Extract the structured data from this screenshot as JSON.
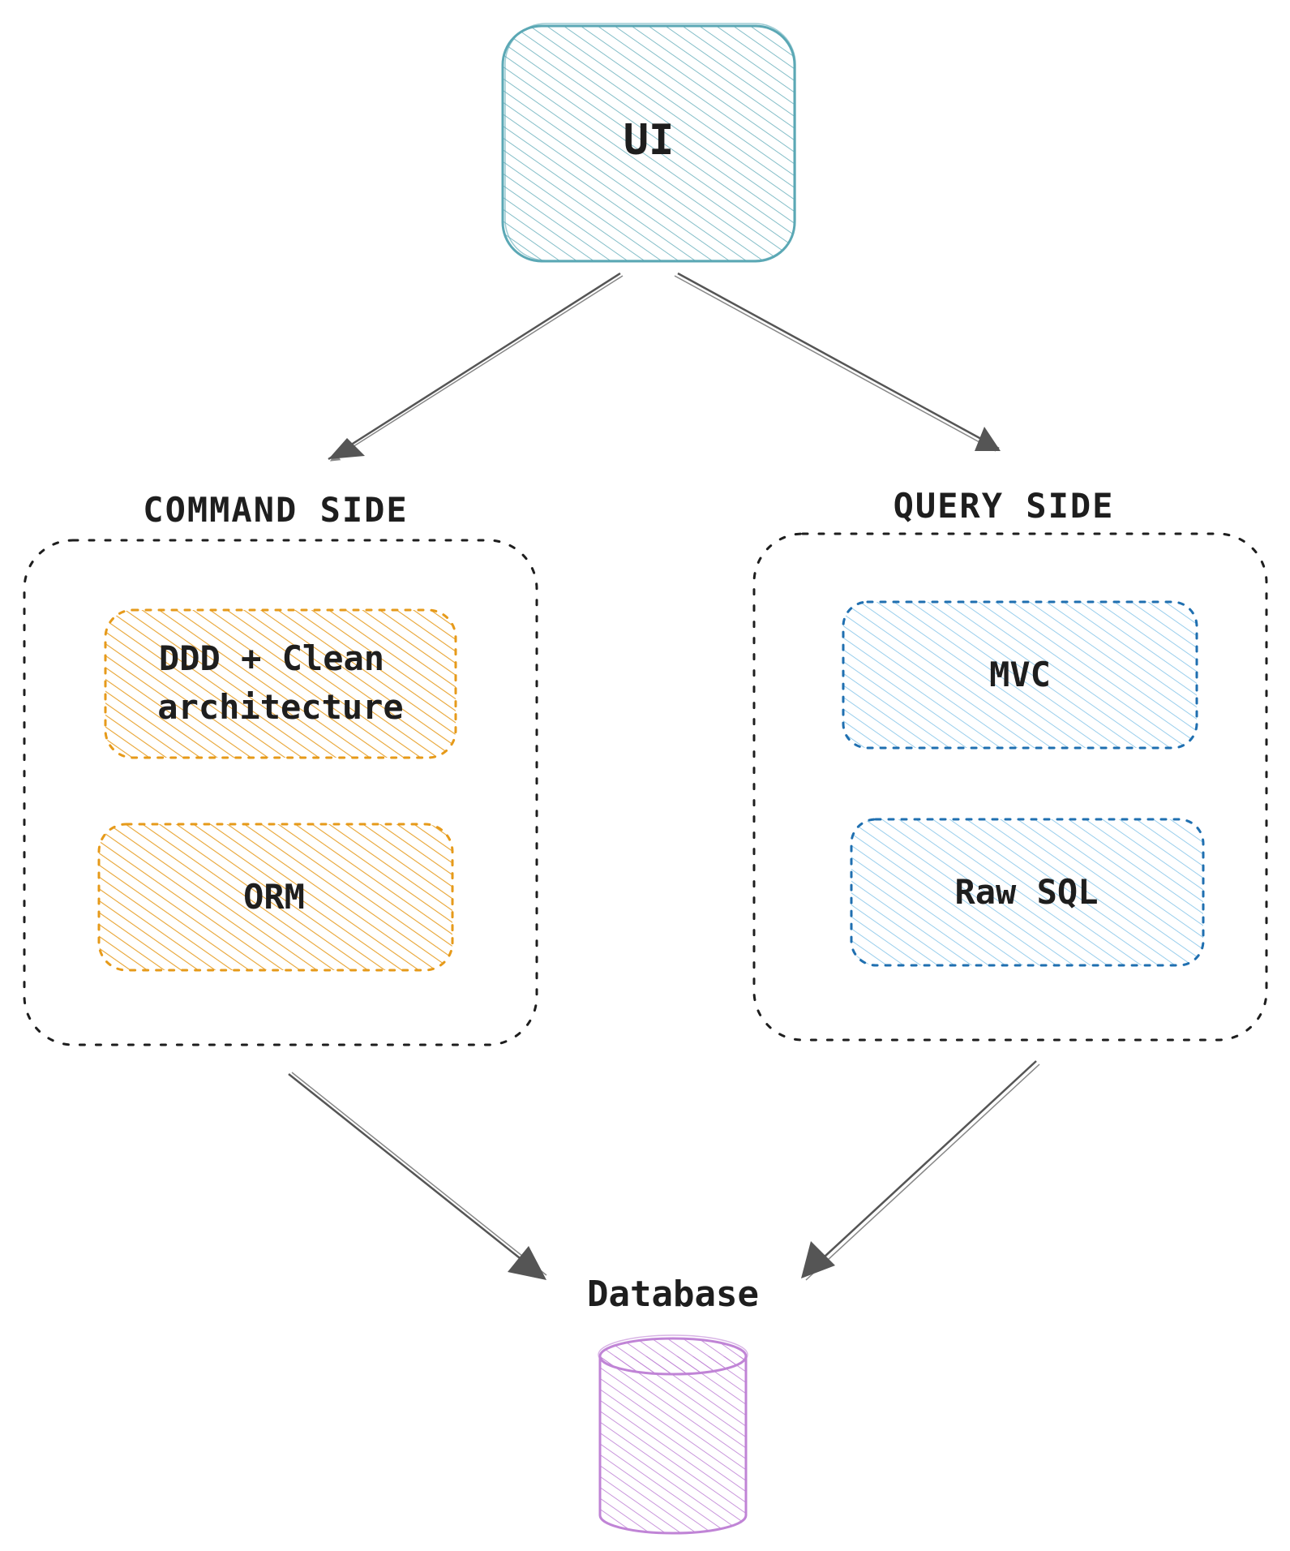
{
  "diagram": {
    "ui": {
      "label": "UI",
      "color": "#5ba8b5"
    },
    "command_side": {
      "title": "COMMAND SIDE",
      "items": [
        {
          "line1": "DDD + Clean",
          "line2": "architecture"
        },
        {
          "line1": "ORM"
        }
      ],
      "color": "#e69a1a"
    },
    "query_side": {
      "title": "QUERY SIDE",
      "items": [
        {
          "line1": "MVC"
        },
        {
          "line1": "Raw SQL"
        }
      ],
      "color": "#1f6fb0",
      "fill": "#a5d8f3"
    },
    "database": {
      "label": "Database",
      "color": "#c084d6"
    },
    "text_color": "#1e1e1e",
    "arrow_color": "#555555"
  }
}
